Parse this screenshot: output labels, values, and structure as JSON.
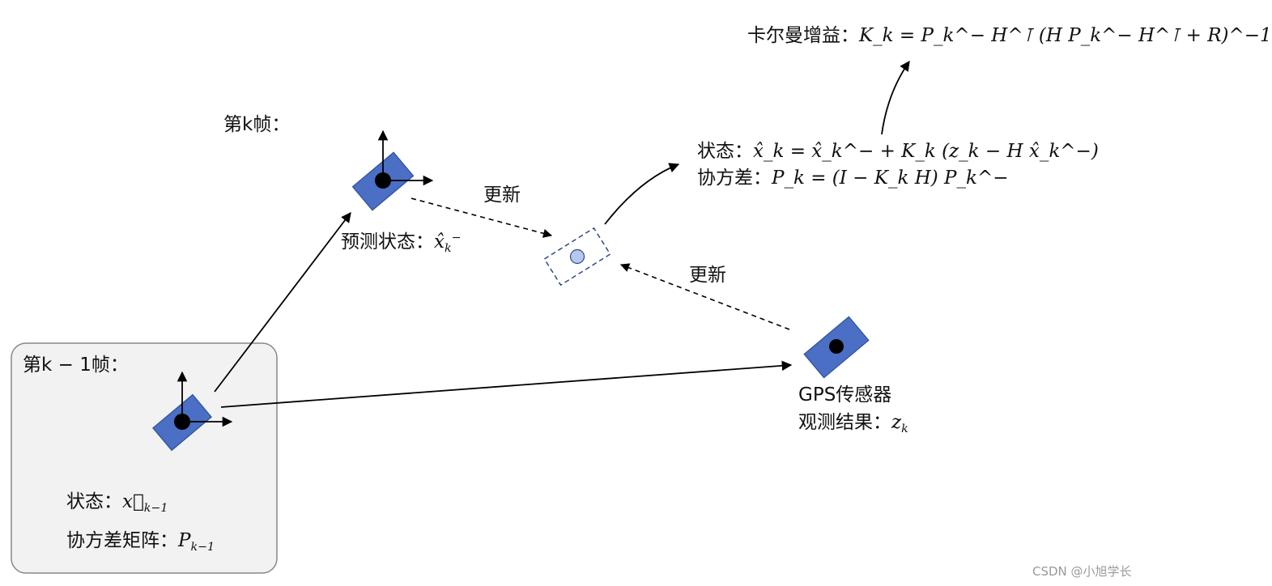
{
  "frame_prev": {
    "title": "第k − 1帧：",
    "state_label": "状态：",
    "state_symbol": "x⃗",
    "state_sub": "k−1",
    "cov_label": "协方差矩阵：",
    "cov_symbol": "P",
    "cov_sub": "k−1"
  },
  "frame_curr": {
    "title": "第k帧：",
    "predicted_label": "预测状态：",
    "predicted_symbol": "x̂",
    "predicted_sub": "k",
    "predicted_sup": "−"
  },
  "update_top_label": "更新",
  "update_bottom_label": "更新",
  "gps": {
    "title": "GPS传感器",
    "obs_label": "观测结果：",
    "obs_symbol": "z",
    "obs_sub": "k"
  },
  "kalman_gain": {
    "label": "卡尔曼增益：",
    "formula": "K_k = P_k^− H^⊺ (H P_k^− H^⊺ + R)^−1"
  },
  "updated_state": {
    "label": "状态：",
    "formula": "x̂_k = x̂_k^− + K_k (z_k − H x̂_k^−)"
  },
  "updated_cov": {
    "label": "协方差：",
    "formula": "P_k = (I − K_k H) P_k^−"
  },
  "watermark": "CSDN @小旭学长",
  "colors": {
    "box_blue": "#4a6fc4",
    "box_edge": "#2f4f9a",
    "dash_blue": "#2e4a86",
    "light_dot": "#b8c8ec",
    "panel_bg": "#f2f2f2",
    "panel_border": "#888888"
  }
}
